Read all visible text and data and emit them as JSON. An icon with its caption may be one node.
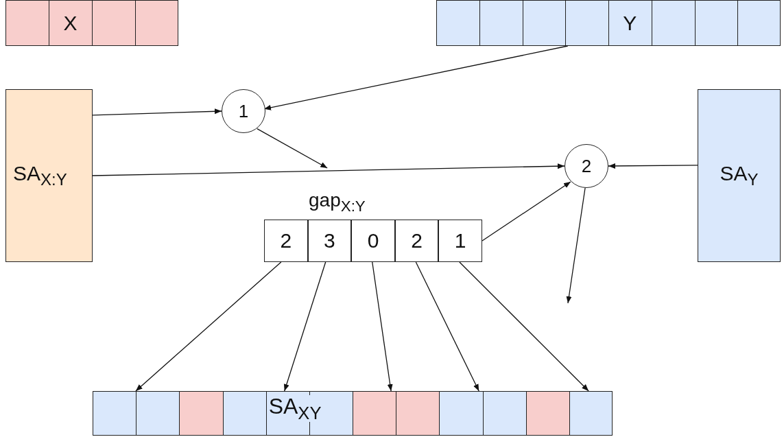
{
  "diagram": {
    "nodes": [
      {
        "text": [
          "X"
        ]
      },
      {
        "text": [
          "Y"
        ]
      },
      {
        "text": [
          "SA$_{X:Y}$"
        ]
      },
      {
        "text": [
          "1"
        ]
      },
      {
        "text": [
          "2"
        ]
      },
      {
        "text": [
          "SA$_{Y}$"
        ]
      },
      {
        "text": [
          "gap$_{X:Y}$"
        ]
      },
      {
        "text": [
          "2"
        ],
        "in": 6
      },
      {
        "text": [
          "3"
        ],
        "in": 6
      },
      {
        "text": [
          "0"
        ],
        "in": 6
      },
      {
        "text": [
          "2"
        ],
        "in": 6
      },
      {
        "text": [
          "1"
        ],
        "in": 6
      },
      {
        "text": [
          "SA$_{XY}$"
        ]
      }
    ],
    "edges": [
      {
        "from": 2,
        "to": 3,
        "arrow": "to"
      },
      {
        "from": 1,
        "to": 3,
        "arrow": "to"
      },
      {
        "from": 3,
        "to": 6,
        "arrow": "to"
      },
      {
        "from": 2,
        "to": 4,
        "arrow": "to"
      },
      {
        "from": 5,
        "to": 4,
        "arrow": "to"
      },
      {
        "from": 11,
        "to": 4,
        "arrow": "to"
      },
      {
        "from": 4,
        "to": null,
        "arrow": "to"
      },
      {
        "from": 7,
        "to": 12,
        "arrow": "to"
      },
      {
        "from": 8,
        "to": 12,
        "arrow": "to"
      },
      {
        "from": 9,
        "to": 12,
        "arrow": "to"
      },
      {
        "from": 10,
        "to": 12,
        "arrow": "to"
      },
      {
        "from": 11,
        "to": 12,
        "arrow": "to"
      }
    ]
  }
}
